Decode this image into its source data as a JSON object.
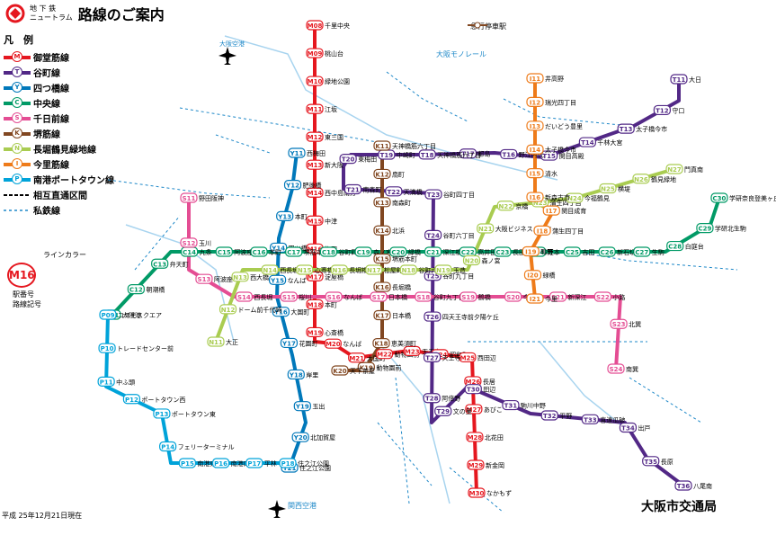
{
  "header": {
    "line1": "地 下 鉄",
    "line2": "ニュートラム",
    "title": "路線のご案内"
  },
  "legend": {
    "heading": "凡　例",
    "items": [
      {
        "code": "M",
        "label": "御堂筋線",
        "color": "#e5171f"
      },
      {
        "code": "T",
        "label": "谷町線",
        "color": "#522886"
      },
      {
        "code": "Y",
        "label": "四つ橋線",
        "color": "#0078ba"
      },
      {
        "code": "C",
        "label": "中央線",
        "color": "#019a66"
      },
      {
        "code": "S",
        "label": "千日前線",
        "color": "#e44d93"
      },
      {
        "code": "K",
        "label": "堺筋線",
        "color": "#814721"
      },
      {
        "code": "N",
        "label": "長堀鶴見緑地線",
        "color": "#a9cc51"
      },
      {
        "code": "I",
        "label": "今里筋線",
        "color": "#ee7b1a"
      },
      {
        "code": "P",
        "label": "南港ポートタウン線",
        "color": "#00a3d9"
      }
    ],
    "through": "相互直通区間",
    "private": "私鉄線"
  },
  "line_color_note": {
    "title": "ラインカラー",
    "sample": "M16",
    "station_no": "駅番号",
    "line_code": "路線記号"
  },
  "footer": {
    "date": "平成 25年12月21日現在",
    "bureau": "大阪市交通局"
  },
  "icons": [
    "airplane-icon",
    "airplane-icon"
  ],
  "map": {
    "lines": [
      {
        "id": "M",
        "color": "#e5171f",
        "path": [
          [
            350,
            28
          ],
          [
            350,
            380
          ],
          [
            370,
            382
          ],
          [
            395,
            398
          ],
          [
            455,
            390
          ],
          [
            525,
            398
          ],
          [
            530,
            548
          ]
        ]
      },
      {
        "id": "T",
        "color": "#522886",
        "path": [
          [
            755,
            88
          ],
          [
            755,
            112
          ],
          [
            705,
            140
          ],
          [
            605,
            175
          ],
          [
            550,
            170
          ],
          [
            470,
            172
          ],
          [
            390,
            172
          ],
          [
            382,
            185
          ],
          [
            382,
            210
          ],
          [
            482,
            215
          ],
          [
            480,
            470
          ],
          [
            520,
            430
          ],
          [
            590,
            460
          ],
          [
            695,
            470
          ],
          [
            720,
            510
          ],
          [
            760,
            540
          ]
        ]
      },
      {
        "id": "Y",
        "color": "#0078ba",
        "path": [
          [
            330,
            170
          ],
          [
            325,
            210
          ],
          [
            310,
            265
          ],
          [
            308,
            330
          ],
          [
            325,
            395
          ],
          [
            340,
            470
          ],
          [
            322,
            520
          ]
        ]
      },
      {
        "id": "C",
        "color": "#019a66",
        "path": [
          [
            125,
            350
          ],
          [
            190,
            280
          ],
          [
            740,
            280
          ],
          [
            790,
            250
          ],
          [
            800,
            220
          ]
        ]
      },
      {
        "id": "S",
        "color": "#e44d93",
        "path": [
          [
            210,
            220
          ],
          [
            210,
            300
          ],
          [
            260,
            330
          ],
          [
            690,
            330
          ],
          [
            685,
            410
          ]
        ]
      },
      {
        "id": "K",
        "color": "#814721",
        "path": [
          [
            425,
            162
          ],
          [
            425,
            345
          ],
          [
            425,
            380
          ],
          [
            405,
            412
          ],
          [
            378,
            412
          ]
        ]
      },
      {
        "id": "N",
        "color": "#a9cc51",
        "path": [
          [
            240,
            380
          ],
          [
            270,
            300
          ],
          [
            420,
            300
          ],
          [
            520,
            300
          ],
          [
            550,
            230
          ],
          [
            600,
            225
          ],
          [
            640,
            220
          ],
          [
            750,
            188
          ]
        ]
      },
      {
        "id": "I",
        "color": "#ee7b1a",
        "path": [
          [
            595,
            87
          ],
          [
            595,
            172
          ],
          [
            595,
            225
          ],
          [
            615,
            235
          ],
          [
            590,
            280
          ],
          [
            595,
            332
          ]
        ]
      },
      {
        "id": "P",
        "color": "#00a3d9",
        "path": [
          [
            120,
            350
          ],
          [
            118,
            430
          ],
          [
            180,
            460
          ],
          [
            190,
            515
          ],
          [
            260,
            515
          ],
          [
            320,
            515
          ]
        ]
      }
    ],
    "stations": [
      {
        "code": "M08",
        "name": "千里中央",
        "color": "#e5171f"
      },
      {
        "code": "M09",
        "name": "桃山台",
        "color": "#e5171f"
      },
      {
        "code": "M10",
        "name": "緑地公園",
        "color": "#e5171f"
      },
      {
        "code": "M11",
        "name": "江坂",
        "color": "#e5171f"
      },
      {
        "code": "M12",
        "name": "東三国",
        "color": "#e5171f"
      },
      {
        "code": "M13",
        "name": "新大阪",
        "color": "#e5171f"
      },
      {
        "code": "M14",
        "name": "西中島南方",
        "color": "#e5171f"
      },
      {
        "code": "M15",
        "name": "中津",
        "color": "#e5171f"
      },
      {
        "code": "M16",
        "name": "梅田",
        "color": "#e5171f"
      },
      {
        "code": "M17",
        "name": "淀屋橋",
        "color": "#e5171f"
      },
      {
        "code": "M18",
        "name": "本町",
        "color": "#e5171f"
      },
      {
        "code": "M19",
        "name": "心斎橋",
        "color": "#e5171f"
      },
      {
        "code": "M20",
        "name": "なんば",
        "color": "#e5171f"
      },
      {
        "code": "M21",
        "name": "大国町",
        "color": "#e5171f"
      },
      {
        "code": "M22",
        "name": "動物園前",
        "color": "#e5171f"
      },
      {
        "code": "M23",
        "name": "天王寺",
        "color": "#e5171f"
      },
      {
        "code": "M24",
        "name": "昭和町",
        "color": "#e5171f"
      },
      {
        "code": "M25",
        "name": "西田辺",
        "color": "#e5171f"
      },
      {
        "code": "M26",
        "name": "長居",
        "color": "#e5171f"
      },
      {
        "code": "M27",
        "name": "あびこ",
        "color": "#e5171f"
      },
      {
        "code": "M28",
        "name": "北花田",
        "color": "#e5171f"
      },
      {
        "code": "M29",
        "name": "新金岡",
        "color": "#e5171f"
      },
      {
        "code": "M30",
        "name": "なかもず",
        "color": "#e5171f"
      },
      {
        "code": "T11",
        "name": "大日",
        "color": "#522886"
      },
      {
        "code": "T12",
        "name": "守口",
        "color": "#522886"
      },
      {
        "code": "T13",
        "name": "太子橋今市",
        "color": "#522886"
      },
      {
        "code": "T14",
        "name": "千林大宮",
        "color": "#522886"
      },
      {
        "code": "T15",
        "name": "関目高殿",
        "color": "#522886"
      },
      {
        "code": "T16",
        "name": "野江内代",
        "color": "#522886"
      },
      {
        "code": "T17",
        "name": "都島",
        "color": "#522886"
      },
      {
        "code": "T18",
        "name": "天神橋筋六丁目",
        "color": "#522886"
      },
      {
        "code": "T19",
        "name": "中崎町",
        "color": "#522886"
      },
      {
        "code": "T20",
        "name": "東梅田",
        "color": "#522886"
      },
      {
        "code": "T21",
        "name": "南森町",
        "color": "#522886"
      },
      {
        "code": "T22",
        "name": "天満橋",
        "color": "#522886"
      },
      {
        "code": "T23",
        "name": "谷町四丁目",
        "color": "#522886"
      },
      {
        "code": "T24",
        "name": "谷町六丁目",
        "color": "#522886"
      },
      {
        "code": "T25",
        "name": "谷町九丁目",
        "color": "#522886"
      },
      {
        "code": "T26",
        "name": "四天王寺前夕陽ケ丘",
        "color": "#522886"
      },
      {
        "code": "T27",
        "name": "天王寺",
        "color": "#522886"
      },
      {
        "code": "T28",
        "name": "阿倍野",
        "color": "#522886"
      },
      {
        "code": "T29",
        "name": "文の里",
        "color": "#522886"
      },
      {
        "code": "T30",
        "name": "田辺",
        "color": "#522886"
      },
      {
        "code": "T31",
        "name": "駒川中野",
        "color": "#522886"
      },
      {
        "code": "T32",
        "name": "平野",
        "color": "#522886"
      },
      {
        "code": "T33",
        "name": "喜連瓜破",
        "color": "#522886"
      },
      {
        "code": "T34",
        "name": "出戸",
        "color": "#522886"
      },
      {
        "code": "T35",
        "name": "長原",
        "color": "#522886"
      },
      {
        "code": "T36",
        "name": "八尾南",
        "color": "#522886"
      },
      {
        "code": "Y11",
        "name": "西梅田",
        "color": "#0078ba"
      },
      {
        "code": "Y12",
        "name": "肥後橋",
        "color": "#0078ba"
      },
      {
        "code": "Y13",
        "name": "本町",
        "color": "#0078ba"
      },
      {
        "code": "Y14",
        "name": "四ツ橋",
        "color": "#0078ba"
      },
      {
        "code": "Y15",
        "name": "なんば",
        "color": "#0078ba"
      },
      {
        "code": "Y16",
        "name": "大国町",
        "color": "#0078ba"
      },
      {
        "code": "Y17",
        "name": "花園町",
        "color": "#0078ba"
      },
      {
        "code": "Y18",
        "name": "岸里",
        "color": "#0078ba"
      },
      {
        "code": "Y19",
        "name": "玉出",
        "color": "#0078ba"
      },
      {
        "code": "Y20",
        "name": "北加賀屋",
        "color": "#0078ba"
      },
      {
        "code": "Y21",
        "name": "住之江公園",
        "color": "#0078ba"
      },
      {
        "code": "C11",
        "name": "大阪港",
        "color": "#019a66"
      },
      {
        "code": "C12",
        "name": "朝潮橋",
        "color": "#019a66"
      },
      {
        "code": "C13",
        "name": "弁天町",
        "color": "#019a66"
      },
      {
        "code": "C14",
        "name": "九条",
        "color": "#019a66"
      },
      {
        "code": "C15",
        "name": "阿波座",
        "color": "#019a66"
      },
      {
        "code": "C16",
        "name": "本町",
        "color": "#019a66"
      },
      {
        "code": "C17",
        "name": "堺筋本町",
        "color": "#019a66"
      },
      {
        "code": "C18",
        "name": "谷町四丁目",
        "color": "#019a66"
      },
      {
        "code": "C19",
        "name": "森ノ宮",
        "color": "#019a66"
      },
      {
        "code": "C20",
        "name": "緑橋",
        "color": "#019a66"
      },
      {
        "code": "C21",
        "name": "深江橋",
        "color": "#019a66"
      },
      {
        "code": "C22",
        "name": "高井田",
        "color": "#019a66"
      },
      {
        "code": "C23",
        "name": "長田",
        "color": "#019a66"
      },
      {
        "code": "C24",
        "name": "荒本",
        "color": "#019a66"
      },
      {
        "code": "C25",
        "name": "吉田",
        "color": "#019a66"
      },
      {
        "code": "C26",
        "name": "新石切",
        "color": "#019a66"
      },
      {
        "code": "C27",
        "name": "生駒",
        "color": "#019a66"
      },
      {
        "code": "C28",
        "name": "白庭台",
        "color": "#019a66"
      },
      {
        "code": "C29",
        "name": "学研北生駒",
        "color": "#019a66"
      },
      {
        "code": "C30",
        "name": "学研奈良登美ヶ丘",
        "color": "#019a66"
      },
      {
        "code": "S11",
        "name": "野田阪神",
        "color": "#e44d93"
      },
      {
        "code": "S12",
        "name": "玉川",
        "color": "#e44d93"
      },
      {
        "code": "S13",
        "name": "阿波座",
        "color": "#e44d93"
      },
      {
        "code": "S14",
        "name": "西長堀",
        "color": "#e44d93"
      },
      {
        "code": "S15",
        "name": "桜川",
        "color": "#e44d93"
      },
      {
        "code": "S16",
        "name": "なんば",
        "color": "#e44d93"
      },
      {
        "code": "S17",
        "name": "日本橋",
        "color": "#e44d93"
      },
      {
        "code": "S18",
        "name": "谷町九丁目",
        "color": "#e44d93"
      },
      {
        "code": "S19",
        "name": "鶴橋",
        "color": "#e44d93"
      },
      {
        "code": "S20",
        "name": "今里",
        "color": "#e44d93"
      },
      {
        "code": "S21",
        "name": "新深江",
        "color": "#e44d93"
      },
      {
        "code": "S22",
        "name": "小路",
        "color": "#e44d93"
      },
      {
        "code": "S23",
        "name": "北巽",
        "color": "#e44d93"
      },
      {
        "code": "S24",
        "name": "南巽",
        "color": "#e44d93"
      },
      {
        "code": "K11",
        "name": "天神橋筋六丁目",
        "color": "#814721"
      },
      {
        "code": "K12",
        "name": "扇町",
        "color": "#814721"
      },
      {
        "code": "K13",
        "name": "南森町",
        "color": "#814721"
      },
      {
        "code": "K14",
        "name": "北浜",
        "color": "#814721"
      },
      {
        "code": "K15",
        "name": "堺筋本町",
        "color": "#814721"
      },
      {
        "code": "K16",
        "name": "長堀橋",
        "color": "#814721"
      },
      {
        "code": "K17",
        "name": "日本橋",
        "color": "#814721"
      },
      {
        "code": "K18",
        "name": "恵美須町",
        "color": "#814721"
      },
      {
        "code": "K19",
        "name": "動物園前",
        "color": "#814721"
      },
      {
        "code": "K20",
        "name": "天下茶屋",
        "color": "#814721"
      },
      {
        "code": "N11",
        "name": "大正",
        "color": "#a9cc51"
      },
      {
        "code": "N12",
        "name": "ドーム前千代崎",
        "color": "#a9cc51"
      },
      {
        "code": "N13",
        "name": "西大橋",
        "color": "#a9cc51"
      },
      {
        "code": "N14",
        "name": "西長堀",
        "color": "#a9cc51"
      },
      {
        "code": "N15",
        "name": "心斎橋",
        "color": "#a9cc51"
      },
      {
        "code": "N16",
        "name": "長堀橋",
        "color": "#a9cc51"
      },
      {
        "code": "N17",
        "name": "松屋町",
        "color": "#a9cc51"
      },
      {
        "code": "N18",
        "name": "谷町六丁目",
        "color": "#a9cc51"
      },
      {
        "code": "N19",
        "name": "玉造",
        "color": "#a9cc51"
      },
      {
        "code": "N20",
        "name": "森ノ宮",
        "color": "#a9cc51"
      },
      {
        "code": "N21",
        "name": "大阪ビジネスパーク",
        "color": "#a9cc51"
      },
      {
        "code": "N22",
        "name": "京橋",
        "color": "#a9cc51"
      },
      {
        "code": "N23",
        "name": "蒲生四丁目",
        "color": "#a9cc51"
      },
      {
        "code": "N24",
        "name": "今福鶴見",
        "color": "#a9cc51"
      },
      {
        "code": "N25",
        "name": "横堤",
        "color": "#a9cc51"
      },
      {
        "code": "N26",
        "name": "鶴見緑地",
        "color": "#a9cc51"
      },
      {
        "code": "N27",
        "name": "門真南",
        "color": "#a9cc51"
      },
      {
        "code": "I11",
        "name": "井高野",
        "color": "#ee7b1a"
      },
      {
        "code": "I12",
        "name": "瑞光四丁目",
        "color": "#ee7b1a"
      },
      {
        "code": "I13",
        "name": "だいどう豊里",
        "color": "#ee7b1a"
      },
      {
        "code": "I14",
        "name": "太子橋今市",
        "color": "#ee7b1a"
      },
      {
        "code": "I15",
        "name": "清水",
        "color": "#ee7b1a"
      },
      {
        "code": "I16",
        "name": "新森古市",
        "color": "#ee7b1a"
      },
      {
        "code": "I17",
        "name": "関目成育",
        "color": "#ee7b1a"
      },
      {
        "code": "I18",
        "name": "蒲生四丁目",
        "color": "#ee7b1a"
      },
      {
        "code": "I19",
        "name": "鴫野",
        "color": "#ee7b1a"
      },
      {
        "code": "I20",
        "name": "緑橋",
        "color": "#ee7b1a"
      },
      {
        "code": "I21",
        "name": "今里",
        "color": "#ee7b1a"
      },
      {
        "code": "P09",
        "name": "コスモスクエア",
        "color": "#00a3d9"
      },
      {
        "code": "P10",
        "name": "トレードセンター前",
        "color": "#00a3d9"
      },
      {
        "code": "P11",
        "name": "中ふ頭",
        "color": "#00a3d9"
      },
      {
        "code": "P12",
        "name": "ポートタウン西",
        "color": "#00a3d9"
      },
      {
        "code": "P13",
        "name": "ポートタウン東",
        "color": "#00a3d9"
      },
      {
        "code": "P14",
        "name": "フェリーターミナル",
        "color": "#00a3d9"
      },
      {
        "code": "P15",
        "name": "南港東",
        "color": "#00a3d9"
      },
      {
        "code": "P16",
        "name": "南港口",
        "color": "#00a3d9"
      },
      {
        "code": "P17",
        "name": "平林",
        "color": "#00a3d9"
      },
      {
        "code": "P18",
        "name": "住之江公園",
        "color": "#00a3d9"
      }
    ],
    "labels": {
      "kansai_airport": "関西空港",
      "osaka_airport": "大阪空港",
      "express_stop": "急行停車駅",
      "monorail": "大阪モノレール"
    }
  }
}
